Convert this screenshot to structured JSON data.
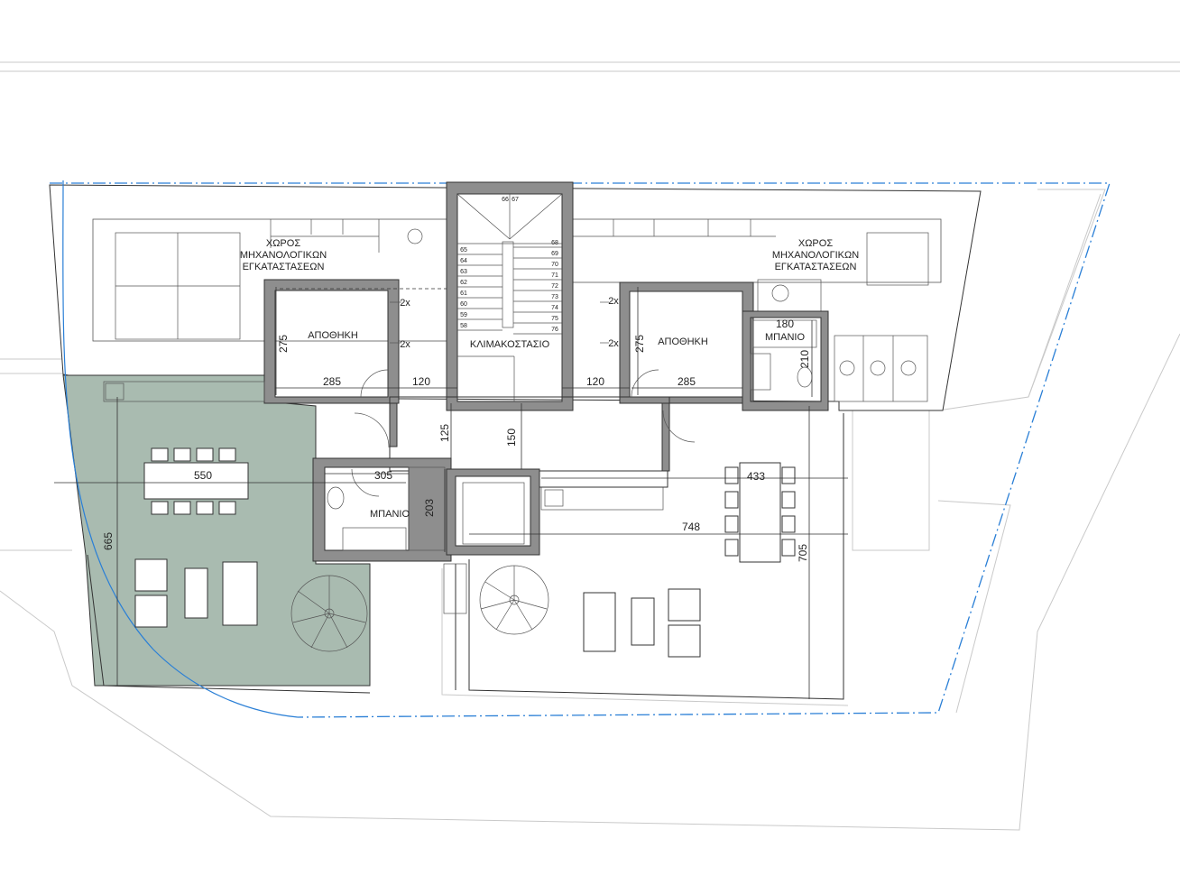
{
  "colors": {
    "terrace_shade": "#a9bbb0",
    "property_boundary": "#2a7fd6",
    "wall_fill": "#8e8e8e",
    "line": "#333333",
    "site_line": "#c9c9c9"
  },
  "rooms": {
    "mech_left_line1": "ΧΩΡΟΣ",
    "mech_left_line2": "ΜΗΧΑΝΟΛΟΓΙΚΩΝ",
    "mech_left_line3": "ΕΓΚΑΤΑΣΤΑΣΕΩΝ",
    "mech_right_line1": "ΧΩΡΟΣ",
    "mech_right_line2": "ΜΗΧΑΝΟΛΟΓΙΚΩΝ",
    "mech_right_line3": "ΕΓΚΑΤΑΣΤΑΣΕΩΝ",
    "storage_left": "ΑΠΟΘΗΚΗ",
    "storage_right": "ΑΠΟΘΗΚΗ",
    "stairwell": "ΚΛΙΜΑΚΟΣΤΑΣΙΟ",
    "bath_left": "ΜΠΑΝΙΟ",
    "bath_right": "ΜΠΑΝΙΟ"
  },
  "dimensions": {
    "storage_left_depth": "275",
    "storage_left_width": "285",
    "storage_right_depth": "275",
    "storage_right_width": "285",
    "corridor_left": "120",
    "corridor_right": "120",
    "landing_125": "125",
    "landing_150": "150",
    "bath_right_width": "180",
    "bath_right_depth": "210",
    "table_left": "550",
    "bath_left_width": "305",
    "bath_left_depth": "203",
    "terrace_left_depth": "665",
    "table_right": "433",
    "terrace_right_width": "748",
    "terrace_right_depth": "705"
  },
  "vents": {
    "count_upper": "2x",
    "count_lower": "2x",
    "count_upper_right": "2x",
    "count_lower_right": "2x"
  },
  "stair_steps": {
    "left": [
      "65",
      "64",
      "63",
      "62",
      "61",
      "60",
      "59",
      "58"
    ],
    "right": [
      "68",
      "69",
      "70",
      "71",
      "72",
      "73",
      "74",
      "75",
      "76"
    ],
    "top_left": "66",
    "top_right": "67"
  }
}
